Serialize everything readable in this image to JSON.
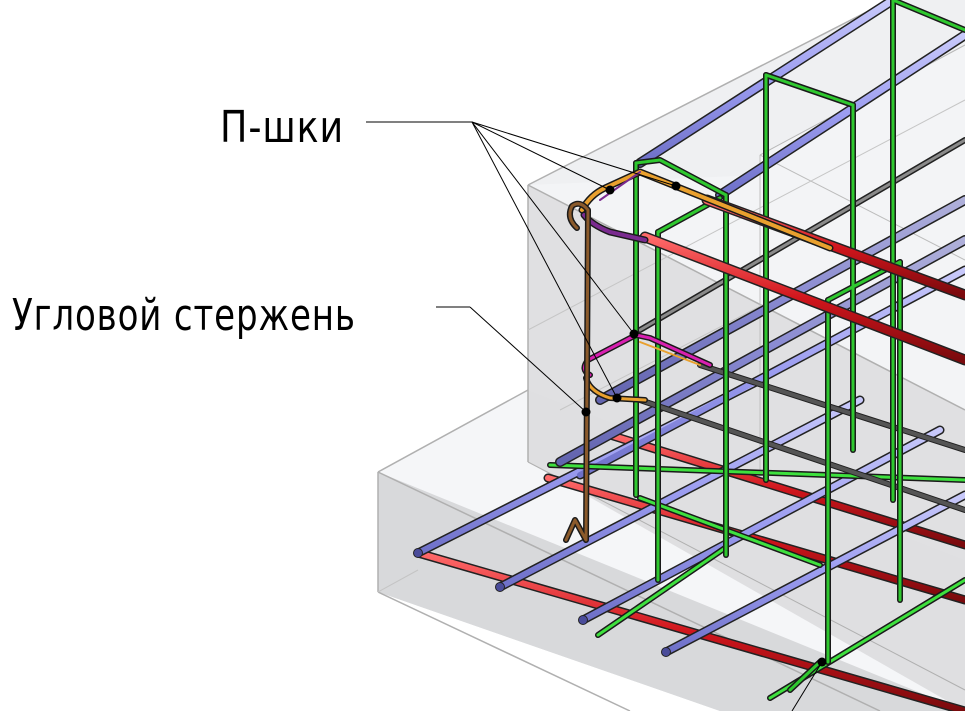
{
  "diagram": {
    "type": "3D rebar reinforcement model (isometric view)",
    "callouts": [
      {
        "id": "u-bars",
        "text": "П-шки",
        "leader_count": 4
      },
      {
        "id": "corner-bar",
        "text": "Угловой стержень",
        "leader_count": 1
      }
    ],
    "colors": {
      "background": "#ffffff",
      "concrete_light": "#f4f5f7",
      "concrete_mid": "#e2e3e5",
      "concrete_dark": "#d3d4d6",
      "concrete_edge": "#b0b0b0",
      "bar_blue": "#9b9cf0",
      "bar_red": "#d0151c",
      "bar_green": "#2fbf2f",
      "bar_orange": "#e9a02e",
      "bar_magenta": "#d81fb0",
      "bar_purple": "#7a2a8f",
      "bar_brown": "#6b4423",
      "bar_gray": "#555555",
      "leader_line": "#000000"
    },
    "elements": [
      "Foundation slab (transparent concrete)",
      "Column pedestal (transparent concrete)",
      "Bottom mesh: blue transverse bars, red longitudinal bars",
      "Green closed stirrups / vertical bars",
      "Orange/magenta U-bars (П-шки) at two levels",
      "Brown corner bar with hooked ends",
      "Gray longitudinal bars inside column"
    ]
  }
}
